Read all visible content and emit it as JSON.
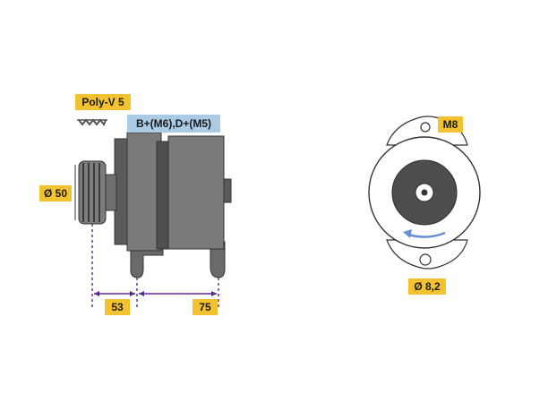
{
  "labels": {
    "belt_type": "Poly-V 5",
    "terminals": "B+(M6),D+(M5)",
    "pulley_diameter": "Ø 50",
    "dim_pulley_to_mount": "53",
    "dim_mount_spacing": "75",
    "thread_size": "M8",
    "hole_diameter": "Ø 8,2"
  },
  "colors": {
    "label_yellow": "#f2c230",
    "terminal_blue": "#a9cbe6",
    "body_gray": "#707070",
    "body_dark": "#4d4d4d",
    "dimension_purple": "#5a2b8c",
    "rotation_arrow": "#6b8fd6"
  }
}
